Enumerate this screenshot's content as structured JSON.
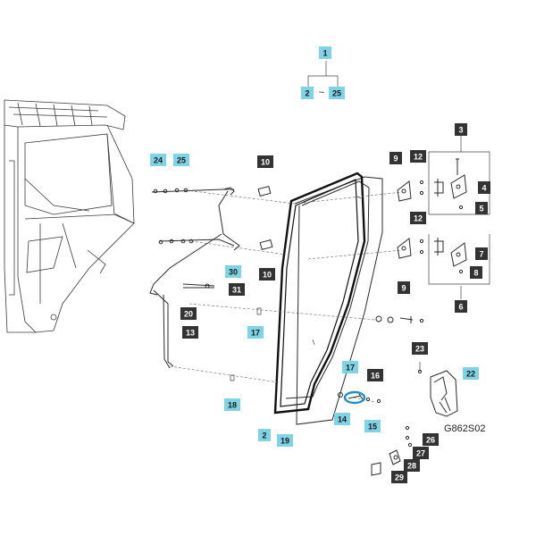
{
  "diagram": {
    "drawing_code": "G862S02",
    "accent_colors": {
      "cyan_label": "#7fd3e6",
      "dark_label": "#333333",
      "highlight_ring": "#1e90c8"
    },
    "callouts": {
      "c1": "1",
      "c2a": "2",
      "c25a": "25",
      "tilde": "~",
      "c3": "3",
      "c4": "4",
      "c5": "5",
      "c6": "6",
      "c7": "7",
      "c8": "8",
      "c9a": "9",
      "c9b": "9",
      "c10a": "10",
      "c10b": "10",
      "c12a": "12",
      "c12b": "12",
      "c13": "13",
      "c14": "14",
      "c15": "15",
      "c16": "16",
      "c17a": "17",
      "c17b": "17",
      "c18": "18",
      "c19": "19",
      "c20": "20",
      "c2b": "2",
      "c22": "22",
      "c23": "23",
      "c24": "24",
      "c25b": "25",
      "c26": "26",
      "c27": "27",
      "c28": "28",
      "c29": "29",
      "c30": "30",
      "c31": "31"
    }
  }
}
